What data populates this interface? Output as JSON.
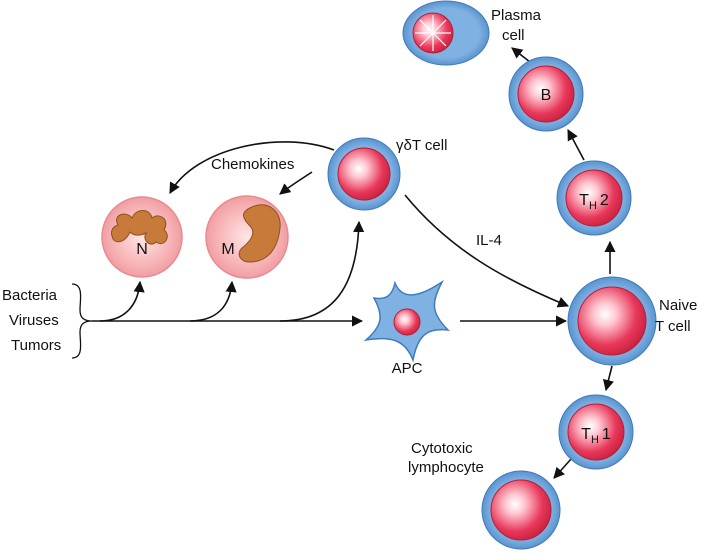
{
  "labels": {
    "plasma_cell_line1": "Plasma",
    "plasma_cell_line2": "cell",
    "b_cell": "B",
    "th2_main": "T",
    "th2_sub": "H",
    "th2_num": "2",
    "gamma_delta_t_cell": "γδT cell",
    "chemokines": "Chemokines",
    "il4": "IL-4",
    "neutrophil": "N",
    "macrophage": "M",
    "triggers": [
      "Bacteria",
      "Viruses",
      "Tumors"
    ],
    "apc": "APC",
    "naive_t_cell_line1": "Naive",
    "naive_t_cell_line2": "T cell",
    "th1_main": "T",
    "th1_sub": "H",
    "th1_num": "1",
    "cytotoxic_line1": "Cytotoxic",
    "cytotoxic_line2": "lymphocyte"
  },
  "colors": {
    "cell_membrane": "#5b9bd5",
    "cell_core": "#e8385a",
    "cell_core_highlight": "#ffffff",
    "innate_cell_fill": "#f5a7ac",
    "granule_fill": "#c87a3a",
    "arrow": "#111111"
  }
}
